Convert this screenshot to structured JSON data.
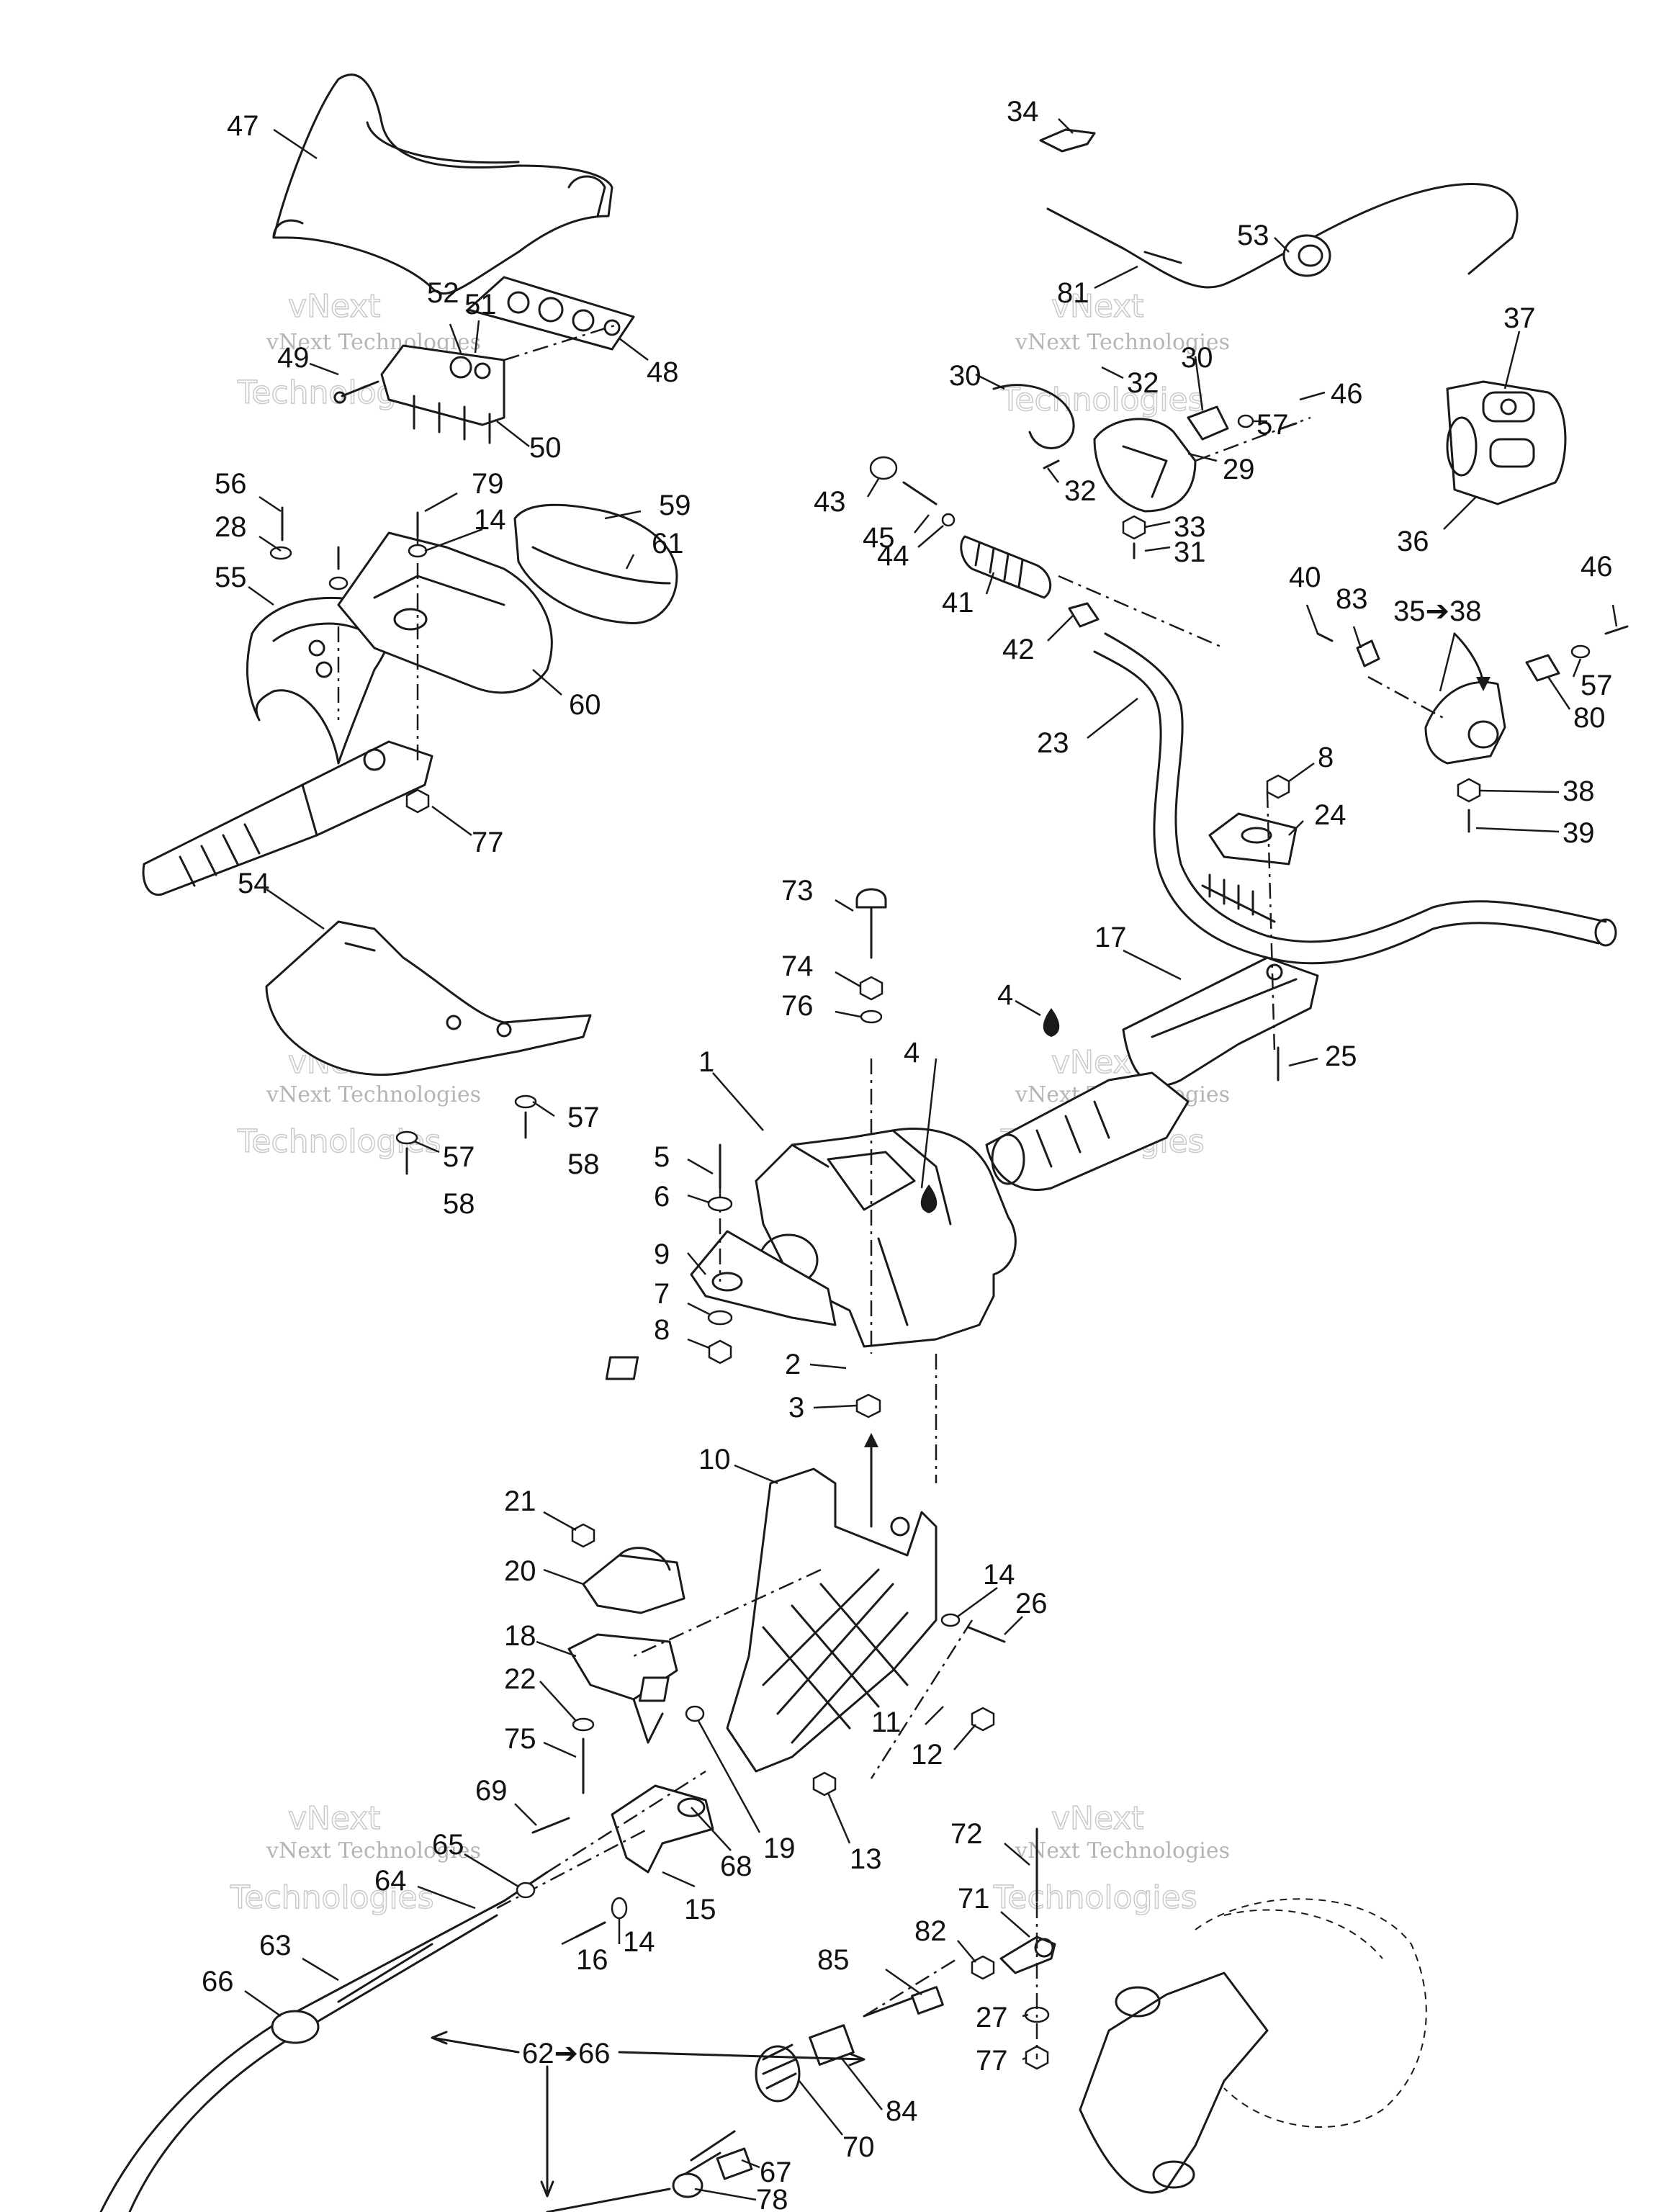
{
  "watermark": {
    "line1": "vNext",
    "line2": "vNext Technologies",
    "line3": "Technologies"
  },
  "callouts": [
    {
      "id": "c47",
      "label": "47"
    },
    {
      "id": "c52",
      "label": "52"
    },
    {
      "id": "c51",
      "label": "51"
    },
    {
      "id": "c49",
      "label": "49"
    },
    {
      "id": "c48",
      "label": "48"
    },
    {
      "id": "c50",
      "label": "50"
    },
    {
      "id": "c56",
      "label": "56"
    },
    {
      "id": "c79",
      "label": "79"
    },
    {
      "id": "c59",
      "label": "59"
    },
    {
      "id": "c28",
      "label": "28"
    },
    {
      "id": "c14a",
      "label": "14"
    },
    {
      "id": "c61",
      "label": "61"
    },
    {
      "id": "c55",
      "label": "55"
    },
    {
      "id": "c60",
      "label": "60"
    },
    {
      "id": "c77a",
      "label": "77"
    },
    {
      "id": "c54",
      "label": "54"
    },
    {
      "id": "c57a",
      "label": "57"
    },
    {
      "id": "c57b",
      "label": "57"
    },
    {
      "id": "c58a",
      "label": "58"
    },
    {
      "id": "c58b",
      "label": "58"
    },
    {
      "id": "c34",
      "label": "34"
    },
    {
      "id": "c53",
      "label": "53"
    },
    {
      "id": "c81",
      "label": "81"
    },
    {
      "id": "c30a",
      "label": "30"
    },
    {
      "id": "c30b",
      "label": "30"
    },
    {
      "id": "c32a",
      "label": "32"
    },
    {
      "id": "c46a",
      "label": "46"
    },
    {
      "id": "c57c",
      "label": "57"
    },
    {
      "id": "c29",
      "label": "29"
    },
    {
      "id": "c32b",
      "label": "32"
    },
    {
      "id": "c37",
      "label": "37"
    },
    {
      "id": "c43",
      "label": "43"
    },
    {
      "id": "c45",
      "label": "45"
    },
    {
      "id": "c33",
      "label": "33"
    },
    {
      "id": "c44",
      "label": "44"
    },
    {
      "id": "c31",
      "label": "31"
    },
    {
      "id": "c36",
      "label": "36"
    },
    {
      "id": "c41",
      "label": "41"
    },
    {
      "id": "c40",
      "label": "40"
    },
    {
      "id": "c83",
      "label": "83"
    },
    {
      "id": "c46b",
      "label": "46"
    },
    {
      "id": "c3538",
      "label": "35➔38"
    },
    {
      "id": "c42",
      "label": "42"
    },
    {
      "id": "c57d",
      "label": "57"
    },
    {
      "id": "c80",
      "label": "80"
    },
    {
      "id": "c23",
      "label": "23"
    },
    {
      "id": "c8a",
      "label": "8"
    },
    {
      "id": "c38",
      "label": "38"
    },
    {
      "id": "c24",
      "label": "24"
    },
    {
      "id": "c39",
      "label": "39"
    },
    {
      "id": "c73",
      "label": "73"
    },
    {
      "id": "c17",
      "label": "17"
    },
    {
      "id": "c74",
      "label": "74"
    },
    {
      "id": "c76",
      "label": "76"
    },
    {
      "id": "c4a",
      "label": "4"
    },
    {
      "id": "c4b",
      "label": "4"
    },
    {
      "id": "c25",
      "label": "25"
    },
    {
      "id": "c1",
      "label": "1"
    },
    {
      "id": "c5",
      "label": "5"
    },
    {
      "id": "c6",
      "label": "6"
    },
    {
      "id": "c9",
      "label": "9"
    },
    {
      "id": "c7",
      "label": "7"
    },
    {
      "id": "c8b",
      "label": "8"
    },
    {
      "id": "c2",
      "label": "2"
    },
    {
      "id": "c3",
      "label": "3"
    },
    {
      "id": "c10",
      "label": "10"
    },
    {
      "id": "c21",
      "label": "21"
    },
    {
      "id": "c20",
      "label": "20"
    },
    {
      "id": "c14b",
      "label": "14"
    },
    {
      "id": "c26",
      "label": "26"
    },
    {
      "id": "c18",
      "label": "18"
    },
    {
      "id": "c22",
      "label": "22"
    },
    {
      "id": "c11",
      "label": "11"
    },
    {
      "id": "c12",
      "label": "12"
    },
    {
      "id": "c75",
      "label": "75"
    },
    {
      "id": "c69",
      "label": "69"
    },
    {
      "id": "c19",
      "label": "19"
    },
    {
      "id": "c68",
      "label": "68"
    },
    {
      "id": "c13",
      "label": "13"
    },
    {
      "id": "c72",
      "label": "72"
    },
    {
      "id": "c65",
      "label": "65"
    },
    {
      "id": "c64",
      "label": "64"
    },
    {
      "id": "c15",
      "label": "15"
    },
    {
      "id": "c71",
      "label": "71"
    },
    {
      "id": "c14c",
      "label": "14"
    },
    {
      "id": "c16",
      "label": "16"
    },
    {
      "id": "c82",
      "label": "82"
    },
    {
      "id": "c63",
      "label": "63"
    },
    {
      "id": "c85",
      "label": "85"
    },
    {
      "id": "c66",
      "label": "66"
    },
    {
      "id": "c6266",
      "label": "62➔66"
    },
    {
      "id": "c27",
      "label": "27"
    },
    {
      "id": "c77b",
      "label": "77"
    },
    {
      "id": "c84",
      "label": "84"
    },
    {
      "id": "c70",
      "label": "70"
    },
    {
      "id": "c67",
      "label": "67"
    },
    {
      "id": "c78",
      "label": "78"
    }
  ]
}
